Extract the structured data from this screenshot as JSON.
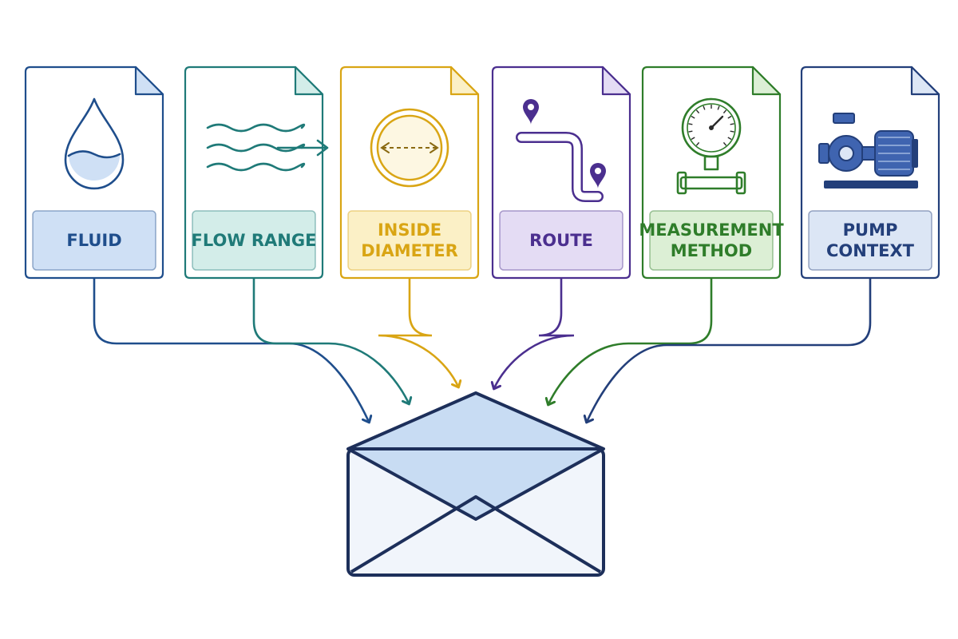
{
  "cards": [
    {
      "key": "fluid",
      "lines": [
        "FLUID"
      ],
      "color": "#1f4e8c",
      "fill": "#cfe0f5",
      "icon": "water-drop-icon"
    },
    {
      "key": "flow-range",
      "lines": [
        "FLOW RANGE"
      ],
      "color": "#1f7a78",
      "fill": "#d3ede9",
      "icon": "flow-waves-icon"
    },
    {
      "key": "inside-diameter",
      "lines": [
        "INSIDE",
        "DIAMETER"
      ],
      "color": "#d9a514",
      "fill": "#fbf0c6",
      "icon": "pipe-diameter-icon"
    },
    {
      "key": "route",
      "lines": [
        "ROUTE"
      ],
      "color": "#4b2f8f",
      "fill": "#e4dcf4",
      "icon": "pipe-route-icon"
    },
    {
      "key": "measurement-method",
      "lines": [
        "MEASUREMENT",
        "METHOD"
      ],
      "color": "#2f7d2a",
      "fill": "#dcefd5",
      "icon": "pressure-gauge-icon"
    },
    {
      "key": "pump-context",
      "lines": [
        "PUMP",
        "CONTEXT"
      ],
      "color": "#233f7a",
      "fill": "#dce6f5",
      "icon": "pump-icon"
    }
  ],
  "envelope": {
    "icon": "envelope-icon",
    "color": "#1d2f5a",
    "flap_fill": "#c8dcf3",
    "body_fill": "#f1f5fb"
  }
}
